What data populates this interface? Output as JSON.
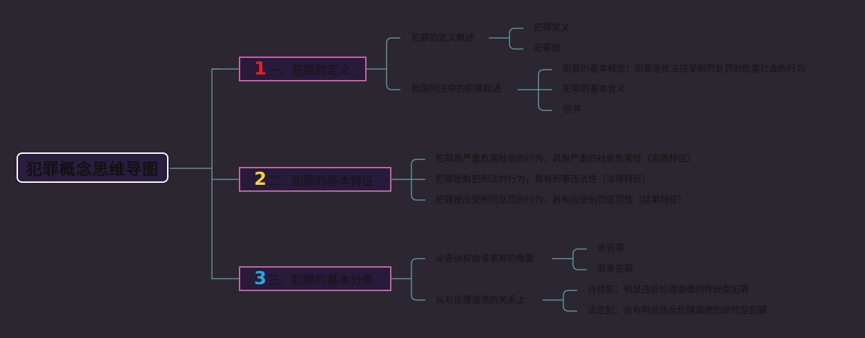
{
  "root": {
    "title": "犯罪概念思维导图"
  },
  "colors": {
    "line": "#5e9696",
    "num1": "#e8202a",
    "num2": "#f5d13a",
    "num3": "#29a8e0",
    "branch_border": "#c766a5"
  },
  "branches": [
    {
      "num": "1",
      "label": "一、犯罪的定义"
    },
    {
      "num": "2",
      "label": "二、犯罪的基本特征"
    },
    {
      "num": "3",
      "label": "三、犯罪的基本分类"
    }
  ],
  "b1": {
    "sub1": {
      "label": "犯罪的定义概述",
      "leaves": [
        "犯罪定义",
        "犯罪观"
      ]
    },
    "sub2": {
      "label": "我国刑法中的犯罪概述",
      "leaves": [
        "犯罪的基本概念：犯罪是依法应受刑罚处罚的危害社会的行为",
        "犯罪的基本含义",
        "但书"
      ]
    }
  },
  "b2": {
    "leaves": [
      "犯罪是严重危害社会的行为，具有严重的社会危害性（实质特征）",
      "犯罪是触犯刑法的行为，具有刑事违法性（法律特征）",
      "犯罪是应受刑罚惩罚的行为，具有应受刑罚惩罚性（结果特征）"
    ]
  },
  "b3": {
    "sub1": {
      "label": "从告诉权由谁享有的角度",
      "leaves": [
        "亲告罪",
        "非亲告罪"
      ]
    },
    "sub2": {
      "label": "从与伦理道德的关系上",
      "leaves": [
        "自然犯：明显违反伦理道德的传统型犯罪",
        "法定犯：没有明显违反伦理道德的现代型犯罪"
      ]
    }
  }
}
